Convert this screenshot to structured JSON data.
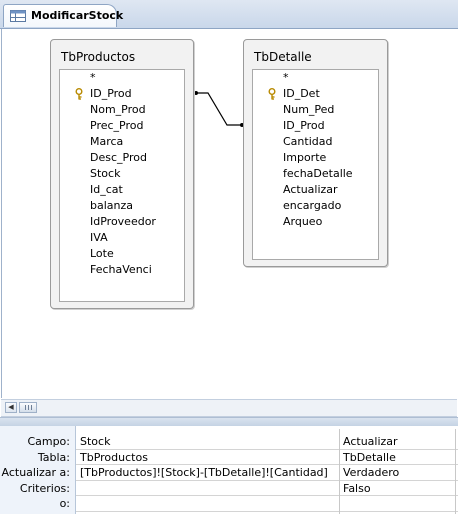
{
  "tab": {
    "title": "ModificarStock"
  },
  "tables": [
    {
      "name": "TbProductos",
      "fields": [
        "*",
        "ID_Prod",
        "Nom_Prod",
        "Prec_Prod",
        "Marca",
        "Desc_Prod",
        "Stock",
        "Id_cat",
        "balanza",
        "IdProveedor",
        "IVA",
        "Lote",
        "FechaVenci"
      ],
      "key_field": "ID_Prod"
    },
    {
      "name": "TbDetalle",
      "fields": [
        "*",
        "ID_Det",
        "Num_Ped",
        "ID_Prod",
        "Cantidad",
        "Importe",
        "fechaDetalle",
        "Actualizar",
        "encargado",
        "Arqueo"
      ],
      "key_field": "ID_Det"
    }
  ],
  "grid": {
    "row_labels": [
      "Campo:",
      "Tabla:",
      "Actualizar a:",
      "Criterios:",
      "o:"
    ],
    "columns": [
      {
        "campo": "Stock",
        "tabla": "TbProductos",
        "actualizar": "[TbProductos]![Stock]-[TbDetalle]![Cantidad]",
        "criterios": "",
        "o": ""
      },
      {
        "campo": "Actualizar",
        "tabla": "TbDetalle",
        "actualizar": "Verdadero",
        "criterios": "Falso",
        "o": ""
      }
    ]
  },
  "colors": {
    "tab_strip": "#c9d7ea",
    "grid_header": "#eef3fa",
    "table_box": "#f2f2f2"
  },
  "icons": [
    "query-icon",
    "primary-key-icon",
    "scroll-left-icon"
  ]
}
